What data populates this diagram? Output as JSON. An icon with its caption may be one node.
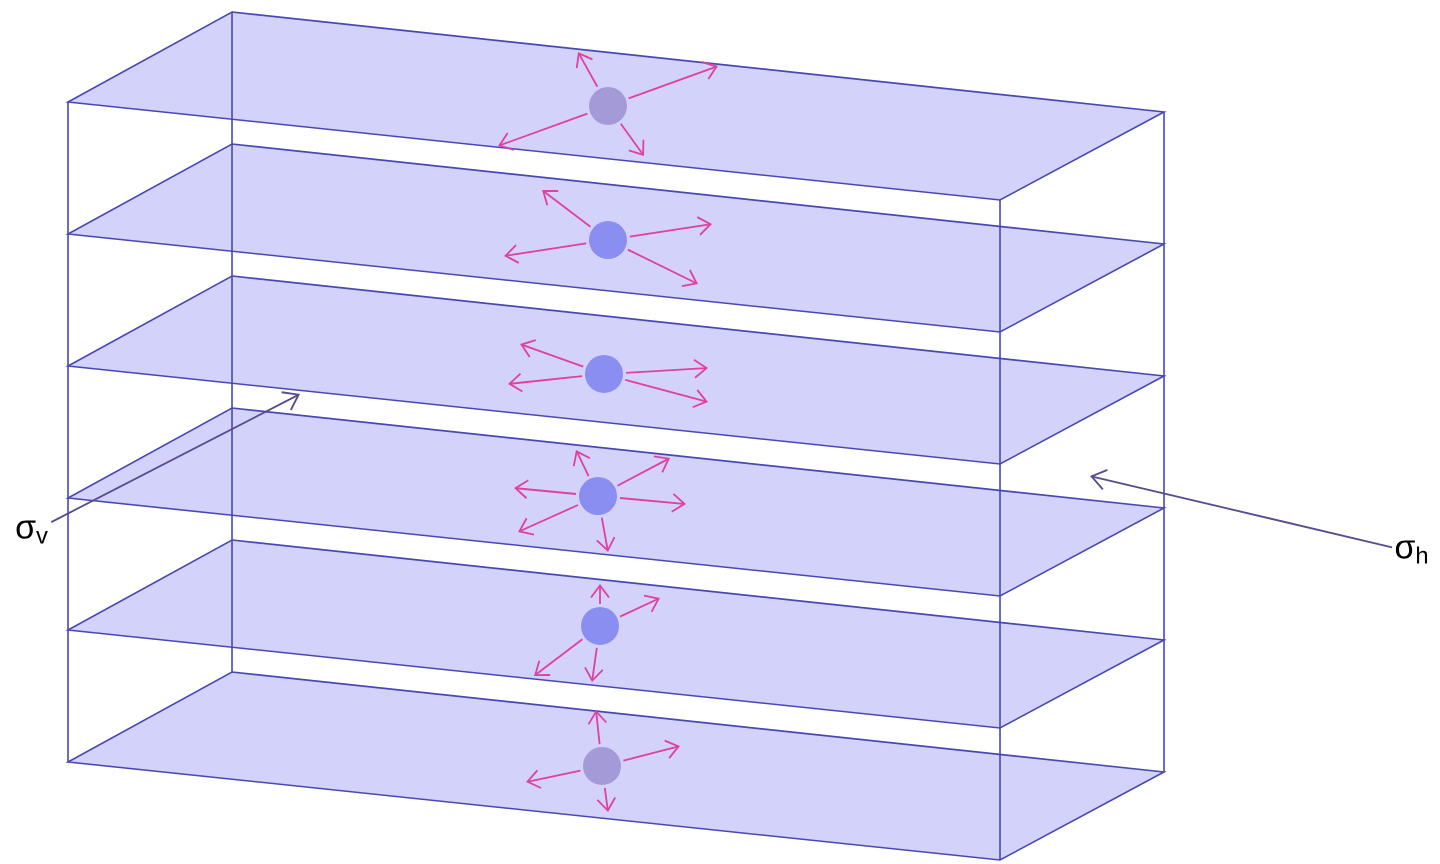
{
  "diagram": {
    "nodes": [
      {
        "text": [
          "σ$_{v}$"
        ]
      },
      {
        "text": [
          "σ$_{h}$"
        ]
      }
    ],
    "edges": [
      {
        "from": 0,
        "to": null,
        "arrow": "to"
      },
      {
        "from": 1,
        "to": null,
        "arrow": "to"
      }
    ]
  }
}
